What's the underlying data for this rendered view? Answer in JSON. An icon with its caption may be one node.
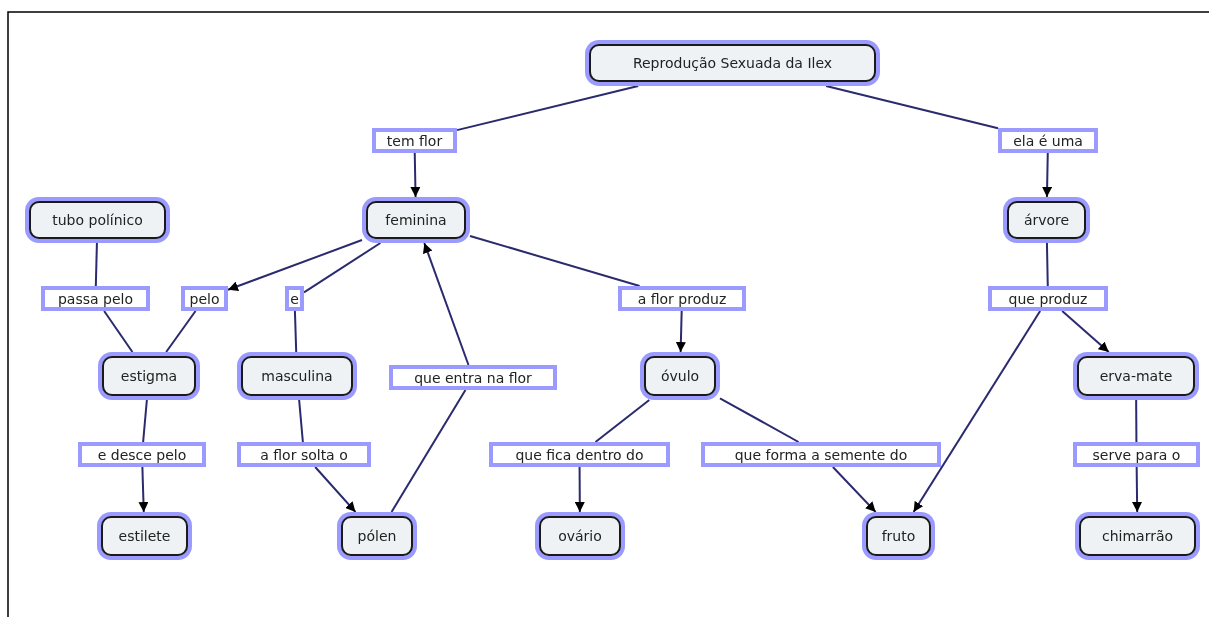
{
  "diagram": {
    "nodes": [
      {
        "text": [
          "Reprodução Sexuada da Ilex"
        ]
      },
      {
        "text": [
          "tem flor"
        ]
      },
      {
        "text": [
          "ela é uma"
        ]
      },
      {
        "text": [
          "tubo polínico"
        ]
      },
      {
        "text": [
          "feminina"
        ]
      },
      {
        "text": [
          "árvore"
        ]
      },
      {
        "text": [
          "passa pelo"
        ]
      },
      {
        "text": [
          "pelo"
        ]
      },
      {
        "text": [
          "e"
        ]
      },
      {
        "text": [
          "a flor produz"
        ]
      },
      {
        "text": [
          "que produz"
        ]
      },
      {
        "text": [
          "estigma"
        ]
      },
      {
        "text": [
          "masculina"
        ]
      },
      {
        "text": [
          "que entra na flor"
        ]
      },
      {
        "text": [
          "óvulo"
        ]
      },
      {
        "text": [
          "erva-mate"
        ]
      },
      {
        "text": [
          "e desce pelo"
        ]
      },
      {
        "text": [
          "a flor solta o"
        ]
      },
      {
        "text": [
          "que fica dentro do"
        ]
      },
      {
        "text": [
          "que forma a semente do"
        ]
      },
      {
        "text": [
          "serve para o"
        ]
      },
      {
        "text": [
          "estilete"
        ]
      },
      {
        "text": [
          "pólen"
        ]
      },
      {
        "text": [
          "ovário"
        ]
      },
      {
        "text": [
          "fruto"
        ]
      },
      {
        "text": [
          "chimarrão"
        ]
      }
    ],
    "edges": [
      {
        "from": 0,
        "to": 1,
        "arrow": "none"
      },
      {
        "from": 1,
        "to": 4,
        "arrow": "to"
      },
      {
        "from": 0,
        "to": 2,
        "arrow": "none"
      },
      {
        "from": 2,
        "to": 5,
        "arrow": "to"
      },
      {
        "from": 3,
        "to": 6,
        "arrow": "none"
      },
      {
        "from": 6,
        "to": 11,
        "arrow": "none"
      },
      {
        "from": 4,
        "to": 7,
        "arrow": "to"
      },
      {
        "from": 7,
        "to": 11,
        "arrow": "none"
      },
      {
        "from": 4,
        "to": 8,
        "arrow": "none"
      },
      {
        "from": 8,
        "to": 12,
        "arrow": "none"
      },
      {
        "from": 4,
        "to": 9,
        "arrow": "none"
      },
      {
        "from": 9,
        "to": 14,
        "arrow": "to"
      },
      {
        "from": 5,
        "to": 10,
        "arrow": "none"
      },
      {
        "from": 10,
        "to": 15,
        "arrow": "to"
      },
      {
        "from": 10,
        "to": 24,
        "arrow": "to"
      },
      {
        "from": 11,
        "to": 16,
        "arrow": "none"
      },
      {
        "from": 16,
        "to": 21,
        "arrow": "to"
      },
      {
        "from": 12,
        "to": 17,
        "arrow": "none"
      },
      {
        "from": 17,
        "to": 22,
        "arrow": "to"
      },
      {
        "from": 22,
        "to": 13,
        "arrow": "none"
      },
      {
        "from": 13,
        "to": 4,
        "arrow": "to"
      },
      {
        "from": 14,
        "to": 18,
        "arrow": "none"
      },
      {
        "from": 18,
        "to": 23,
        "arrow": "to"
      },
      {
        "from": 14,
        "to": 19,
        "arrow": "none"
      },
      {
        "from": 19,
        "to": 24,
        "arrow": "to"
      },
      {
        "from": 15,
        "to": 20,
        "arrow": "none"
      },
      {
        "from": 20,
        "to": 25,
        "arrow": "to"
      }
    ]
  }
}
